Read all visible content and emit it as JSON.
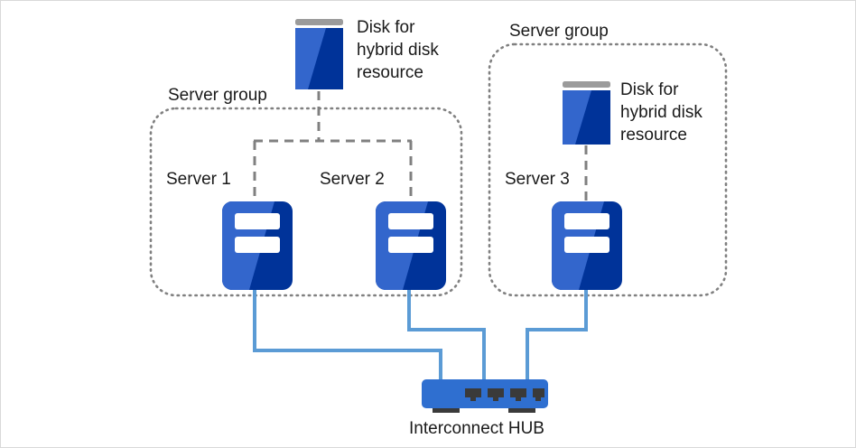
{
  "diagram": {
    "title_text_present": false,
    "colors": {
      "server_light_blue": "#3366CC",
      "server_dark_blue": "#003399",
      "disk_cap_gray": "#9B9B9B",
      "hub_blue": "#2F6FD0",
      "hub_port_dark": "#3A3A3A",
      "network_cable": "#5B9BD5",
      "mirror_line_gray": "#808080",
      "group_border_gray": "#808080",
      "text": "#1a1a1a",
      "outer_border": "#d9d9d9",
      "background": "#ffffff"
    },
    "groups": [
      {
        "id": "left-group",
        "label": "Server group"
      },
      {
        "id": "right-group",
        "label": "Server group"
      }
    ],
    "disks": [
      {
        "id": "disk-hybrid-shared",
        "label": "Disk for\nhybrid disk\nresource"
      },
      {
        "id": "disk-hybrid-server3",
        "label": "Disk for\nhybrid disk\nresource"
      }
    ],
    "servers": [
      {
        "id": "server-1",
        "label": "Server 1"
      },
      {
        "id": "server-2",
        "label": "Server 2"
      },
      {
        "id": "server-3",
        "label": "Server 3"
      }
    ],
    "hub": {
      "id": "interconnect-hub",
      "label": "Interconnect HUB",
      "port_count": 4
    }
  }
}
